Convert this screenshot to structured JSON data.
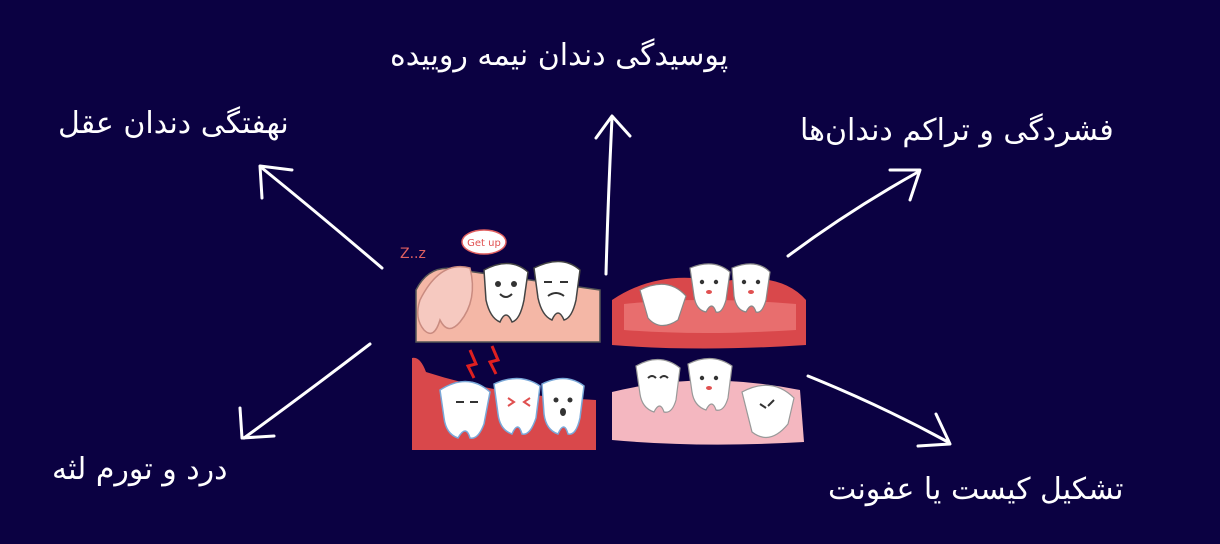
{
  "labels": {
    "top": "پوسیدگی دندان نیمه رویيده",
    "top_left": "نهفتگی دندان عقل",
    "top_right": "فشردگی و تراکم دندان‌ها",
    "bottom_left": "درد و تورم لثه",
    "bottom_right": "تشکیل کیست یا عفونت"
  },
  "illustration": {
    "speech_bubble": "Get up",
    "sleep_text": "Z..z"
  },
  "colors": {
    "background": "#0b0142",
    "arrow": "#ffffff",
    "gum_pink": "#f4b7a6",
    "gum_red": "#e0585a",
    "tooth": "#ffffff"
  }
}
